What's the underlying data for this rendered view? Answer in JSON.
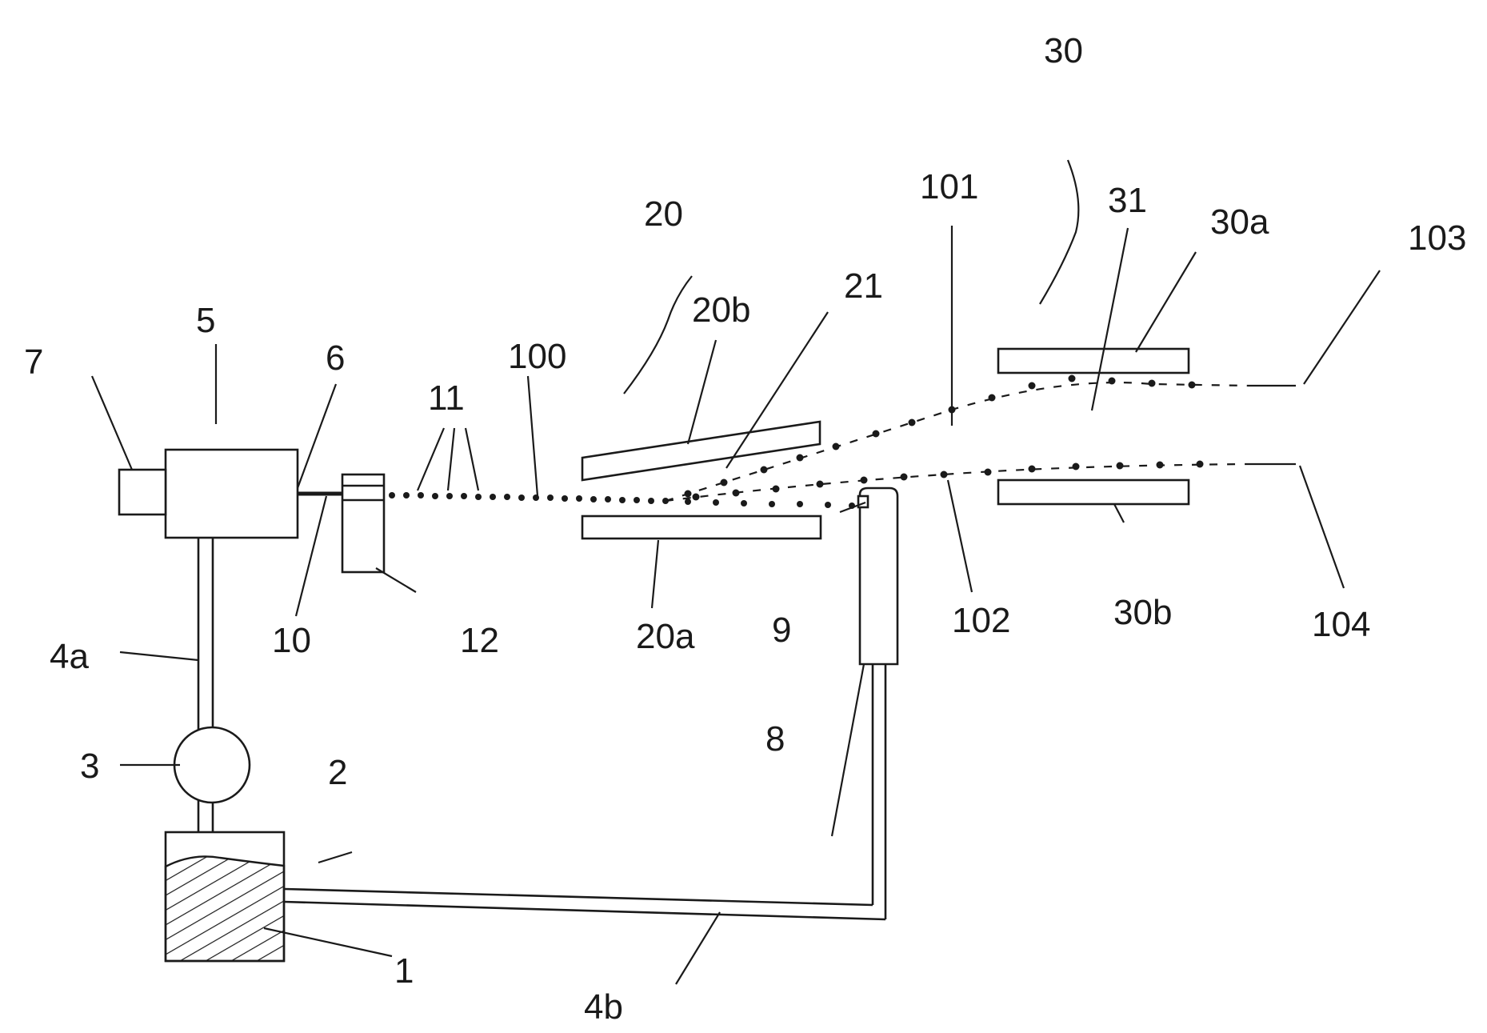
{
  "labels": {
    "l1": "1",
    "l2": "2",
    "l3": "3",
    "l4a": "4a",
    "l4b": "4b",
    "l5": "5",
    "l6": "6",
    "l7": "7",
    "l8": "8",
    "l9": "9",
    "l10": "10",
    "l11": "11",
    "l12": "12",
    "l20": "20",
    "l20a": "20a",
    "l20b": "20b",
    "l21": "21",
    "l30": "30",
    "l30a": "30a",
    "l30b": "30b",
    "l31": "31",
    "l100": "100",
    "l101": "101",
    "l102": "102",
    "l103": "103",
    "l104": "104"
  }
}
